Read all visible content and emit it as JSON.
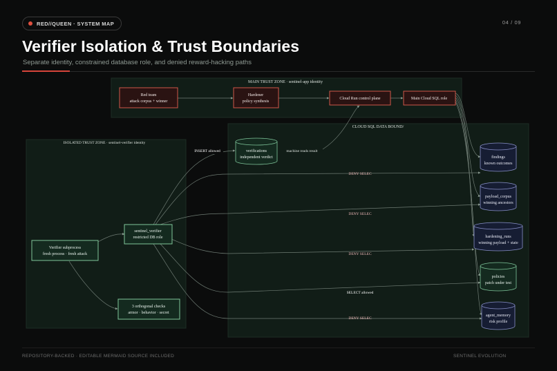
{
  "header": {
    "badge": "RED//QUEEN · SYSTEM MAP",
    "page": "04 / 09",
    "title": "Verifier Isolation & Trust Boundaries",
    "subtitle": "Separate identity, constrained database role, and denied reward-hacking paths"
  },
  "zones": {
    "main": "MAIN TRUST ZONE · sentinel-app identity",
    "cloud_sql": "CLOUD SQL DATA BOUND/",
    "isolated": "ISOLATED TRUST ZONE · sentinel-verifier identity"
  },
  "nodes": {
    "red_team": [
      "Red team",
      "attack corpus + winner"
    ],
    "hardener": [
      "Hardener",
      "policy synthesis"
    ],
    "control_plane": [
      "Cloud Run control plane"
    ],
    "main_sql_role": [
      "Main Cloud SQL role"
    ],
    "verifications": [
      "verifications",
      "independent verdict"
    ],
    "verifier_subprocess": [
      "Verifier subprocess",
      "fresh process · fresh attack"
    ],
    "sentinel_verifier": [
      "sentinel_verifier",
      "restricted DB role"
    ],
    "checks": [
      "3 orthogonal checks",
      "armor · behavior · secret"
    ],
    "findings": [
      "findings",
      "known outcomes"
    ],
    "payload_corpus": [
      "payload_corpus",
      "winning ancestors"
    ],
    "hardening_runs": [
      "hardening_runs",
      "winning payload + state"
    ],
    "policies": [
      "policies",
      "patch under test"
    ],
    "agent_memory": [
      "agent_memory",
      "risk profile"
    ]
  },
  "edge_labels": {
    "insert_allowed": "INSERT allowed",
    "machine_reads": "machine reads result",
    "deny_1": "DENY SELEC",
    "deny_2": "DENY SELEC",
    "deny_3": "DENY SELEC",
    "select_allowed": "SELECT allowed",
    "deny_4": "DENY SELEC"
  },
  "footer": {
    "left": "REPOSITORY-BACKED · EDITABLE MERMAID SOURCE INCLUDED",
    "right": "SENTINEL EVOLUTION"
  },
  "colors": {
    "accent": "#d8453b",
    "zone_fill": "#111d17",
    "green_edge": "#7fc59a",
    "red_edge": "#d0574a",
    "db_edge": "#8890c8",
    "deny_text": "#f0b9b9"
  }
}
